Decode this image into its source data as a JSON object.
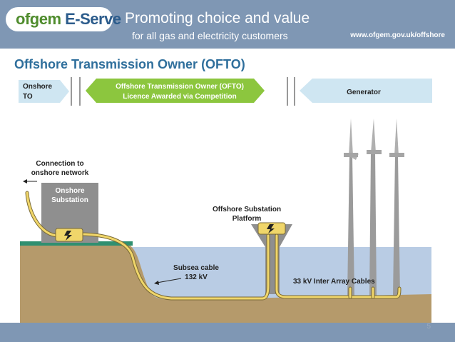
{
  "header": {
    "logo_ofgem": "ofgem",
    "logo_eserve": " E-Serve",
    "tagline_line1": "Promoting choice and value",
    "tagline_line2": "for all gas and electricity customers",
    "url": "www.ofgem.gov.uk/offshore"
  },
  "title": "Offshore Transmission Owner (OFTO)",
  "zones": {
    "onshore_line1": "Onshore",
    "onshore_line2": "TO",
    "ofto_line1": "Offshore Transmission Owner (OFTO)",
    "ofto_line2": "Licence Awarded via Competition",
    "generator": "Generator"
  },
  "labels": {
    "connection_line1": "Connection to",
    "connection_line2": "onshore network",
    "onshore_sub_line1": "Onshore",
    "onshore_sub_line2": "Substation",
    "offshore_sub_line1": "Offshore Substation",
    "offshore_sub_line2": "Platform",
    "subsea_line1": "Subsea cable",
    "subsea_line2": "132 kV",
    "inter_array": "33 kV Inter Array Cables"
  },
  "colors": {
    "banner": "#7f97b4",
    "title": "#2f6f9c",
    "ofto_arrow": "#8cc63e",
    "zone_box": "#cfe6f2",
    "sea": "#b9cce4",
    "land": "#b59a6b",
    "cable": "#f0d66a",
    "tower": "#9b9b9b"
  },
  "footer": {
    "page": "5"
  }
}
